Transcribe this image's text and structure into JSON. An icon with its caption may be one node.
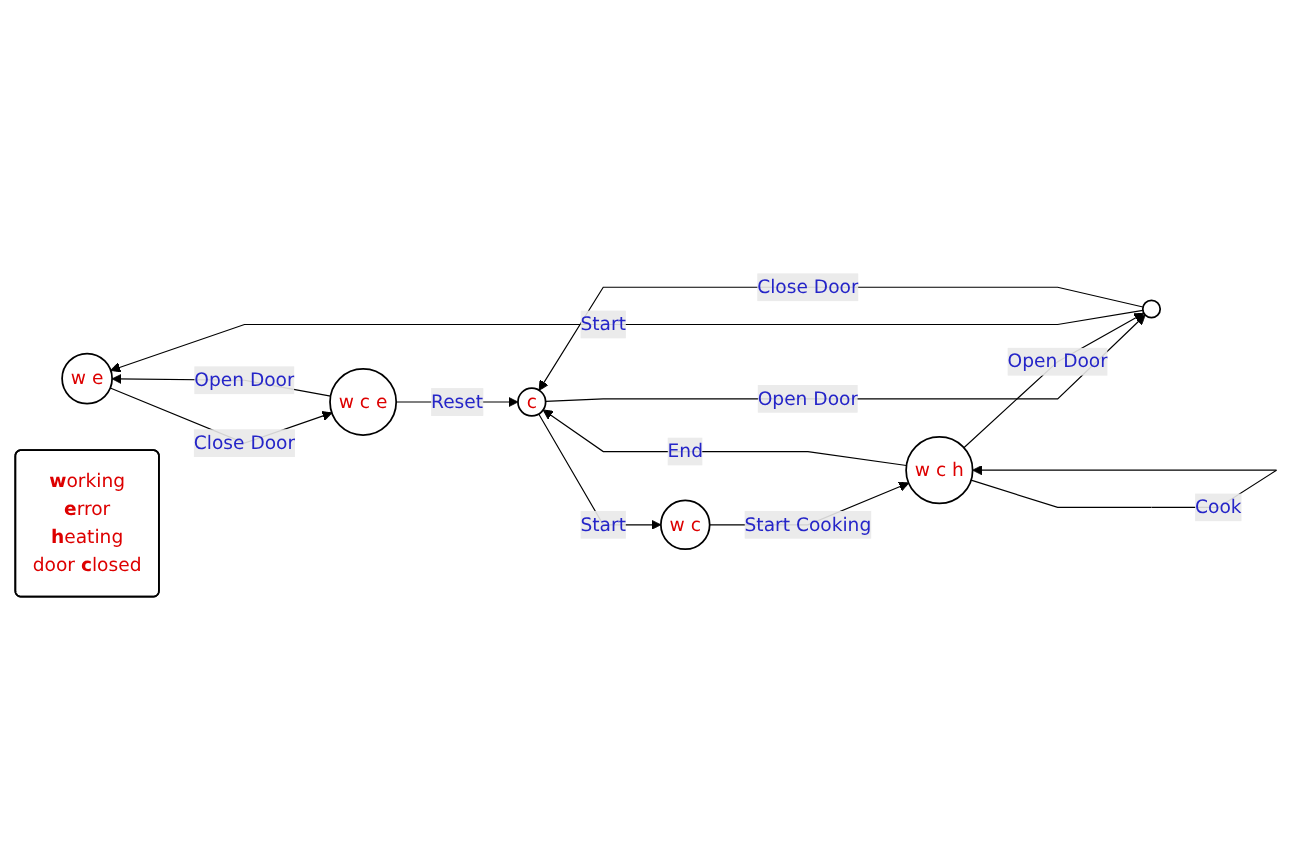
{
  "diagram": {
    "nodes": [
      {
        "text": [
          "w e"
        ]
      },
      {
        "text": [],
        "shape": "circle"
      },
      {
        "text": [
          "w c e"
        ]
      },
      {
        "text": [
          "c"
        ]
      },
      {
        "text": [
          "w c h"
        ]
      },
      {
        "text": [
          "w c"
        ]
      },
      {
        "text": [
          "**w**orking",
          "**e**rror",
          "**h**eating",
          "door **c**losed"
        ]
      }
    ],
    "edges": [
      {
        "from": 1,
        "to": 0,
        "arrow": "to",
        "label": "Start"
      },
      {
        "from": 0,
        "to": 2,
        "arrow": "to",
        "label": "Close Door"
      },
      {
        "from": 2,
        "to": 0,
        "arrow": "to",
        "label": "Open Door"
      },
      {
        "from": 2,
        "to": 3,
        "arrow": "to",
        "label": "Reset"
      },
      {
        "from": 1,
        "to": 3,
        "arrow": "to",
        "label": "Close Door"
      },
      {
        "from": 3,
        "to": 1,
        "arrow": "to",
        "label": "Open Door"
      },
      {
        "from": 4,
        "to": 3,
        "arrow": "to",
        "label": "End"
      },
      {
        "from": 4,
        "to": 1,
        "arrow": "to",
        "label": "Open Door"
      },
      {
        "from": 4,
        "to": 4,
        "arrow": "to",
        "label": "Cook"
      },
      {
        "from": 3,
        "to": 5,
        "arrow": "to",
        "label": "Start"
      },
      {
        "from": 5,
        "to": 4,
        "arrow": "to",
        "label": "Start Cooking"
      }
    ]
  }
}
